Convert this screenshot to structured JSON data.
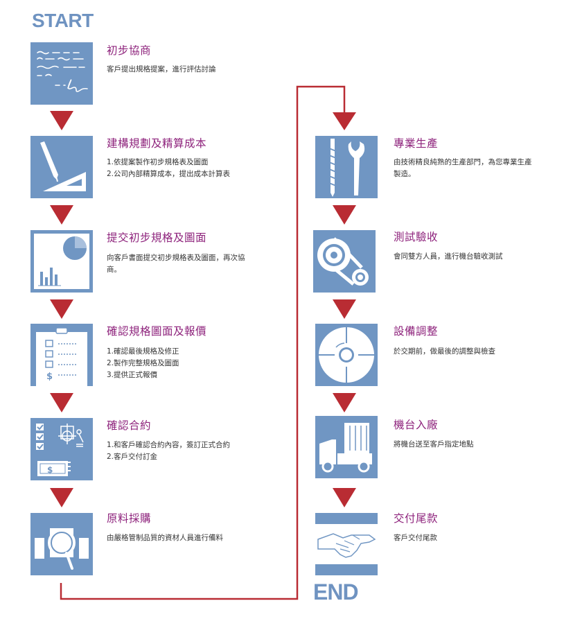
{
  "start_label": "START",
  "end_label": "END",
  "colors": {
    "icon_bg": "#7096c3",
    "arrow": "#b92c33",
    "title": "#8e237c",
    "label": "#6f93c1",
    "connector": "#b92c33"
  },
  "steps": [
    {
      "icon": "document-signature-icon",
      "title": "初步協商",
      "lines": [
        "客戶提出規格提案，進行評估討論"
      ]
    },
    {
      "icon": "pencil-triangle-ruler-icon",
      "title": "建構規劃及精算成本",
      "lines": [
        "1.依提案製作初步規格表及圖面",
        "2.公司內部精算成本，提出成本計算表"
      ]
    },
    {
      "icon": "pie-bar-chart-icon",
      "title": "提交初步規格及圖面",
      "lines": [
        "向客戶書面提交初步規格表及圖面，再次協",
        "商。"
      ]
    },
    {
      "icon": "clipboard-checklist-icon",
      "title": "確認規格圖面及報價",
      "lines": [
        "1.確認最後規格及修正",
        "2.製作完整規格及圖面",
        "3.提供正式報價"
      ]
    },
    {
      "icon": "checklist-cash-icon",
      "title": "確認合約",
      "lines": [
        "1.和客戶確認合約內容，簽訂正式合約",
        "2.客戶交付訂金"
      ]
    },
    {
      "icon": "magnifier-inspection-icon",
      "title": "原料採購",
      "lines": [
        "由嚴格管制品質的資材人員進行備料"
      ]
    },
    {
      "icon": "screw-wrench-icon",
      "title": "專業生產",
      "lines": [
        "由技術精良純熟的生產部門，為您專業生產",
        "製造。"
      ]
    },
    {
      "icon": "gears-chain-icon",
      "title": "測試驗收",
      "lines": [
        "會同雙方人員，進行機台驗收測試"
      ]
    },
    {
      "icon": "disc-crosshair-icon",
      "title": "設備調整",
      "lines": [
        "於交期前，做最後的調整與檢查"
      ]
    },
    {
      "icon": "delivery-truck-icon",
      "title": "機台入廠",
      "lines": [
        "將機台送至客戶指定地點"
      ]
    },
    {
      "icon": "handshake-icon",
      "title": "交付尾款",
      "lines": [
        "客戶交付尾款"
      ]
    }
  ]
}
